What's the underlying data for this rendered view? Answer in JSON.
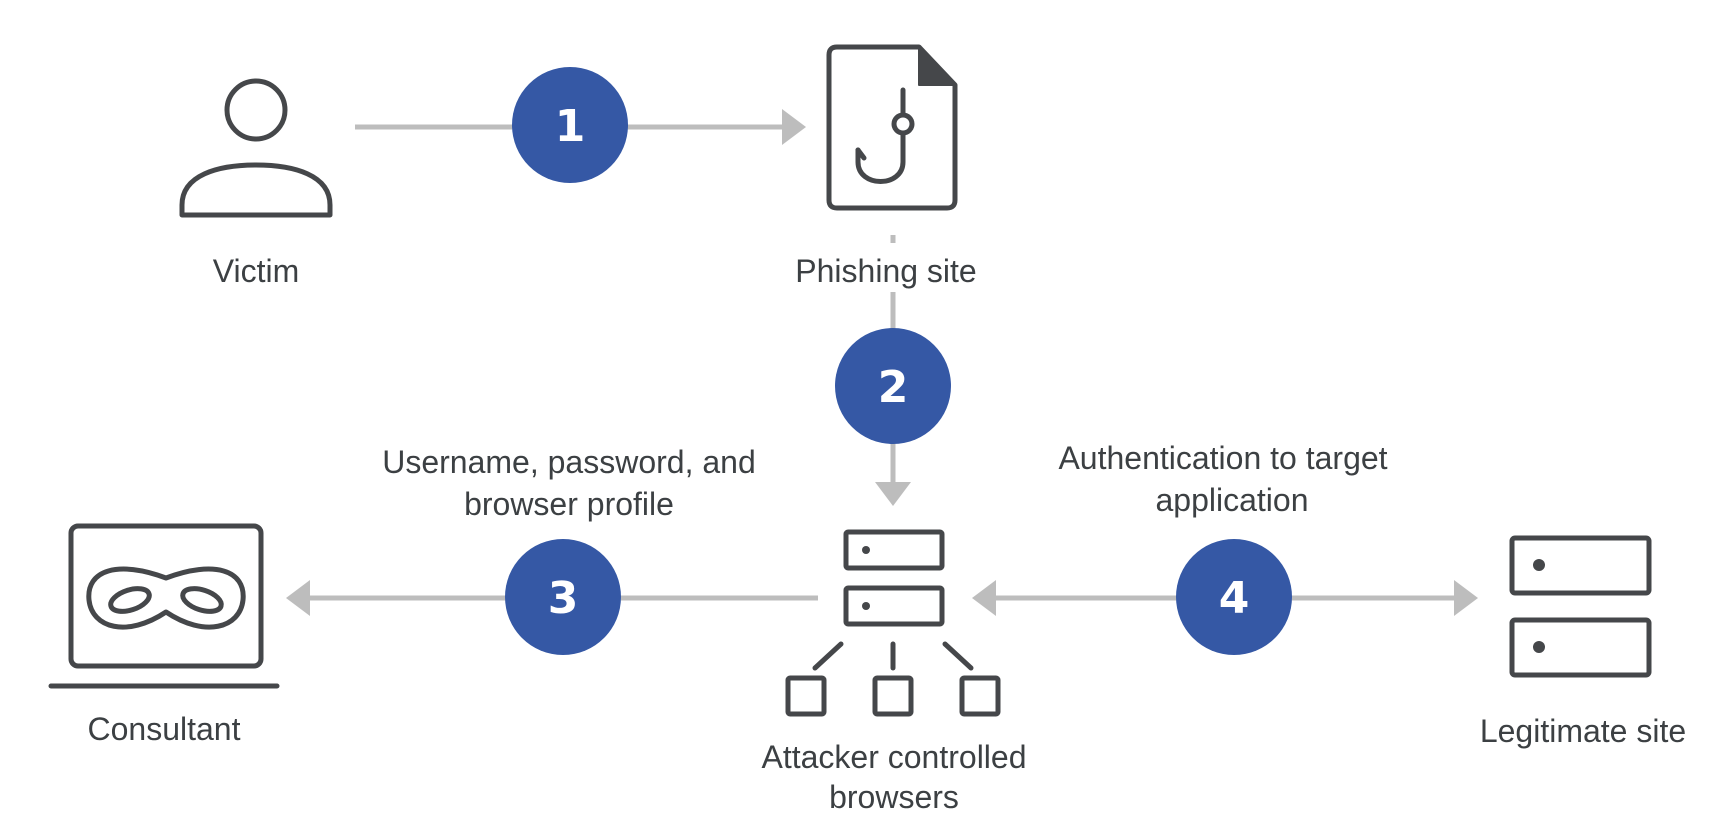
{
  "colors": {
    "step_circle": "#3558a5",
    "connector": "#bdbdbd",
    "icon_stroke": "#45474a",
    "text": "#3c4043"
  },
  "nodes": {
    "victim": {
      "label": "Victim",
      "icon": "person-icon"
    },
    "phishing_site": {
      "label": "Phishing site",
      "icon": "phishing-document-icon"
    },
    "attacker_browsers": {
      "label_line1": "Attacker controlled",
      "label_line2": "browsers",
      "icon": "server-network-icon"
    },
    "consultant": {
      "label": "Consultant",
      "icon": "laptop-mask-icon"
    },
    "legitimate_site": {
      "label": "Legitimate site",
      "icon": "server-icon"
    }
  },
  "steps": [
    {
      "number": "1"
    },
    {
      "number": "2"
    },
    {
      "number": "3",
      "caption_line1": "Username, password, and",
      "caption_line2": "browser profile"
    },
    {
      "number": "4",
      "caption_line1": "Authentication to target",
      "caption_line2": "application"
    }
  ]
}
